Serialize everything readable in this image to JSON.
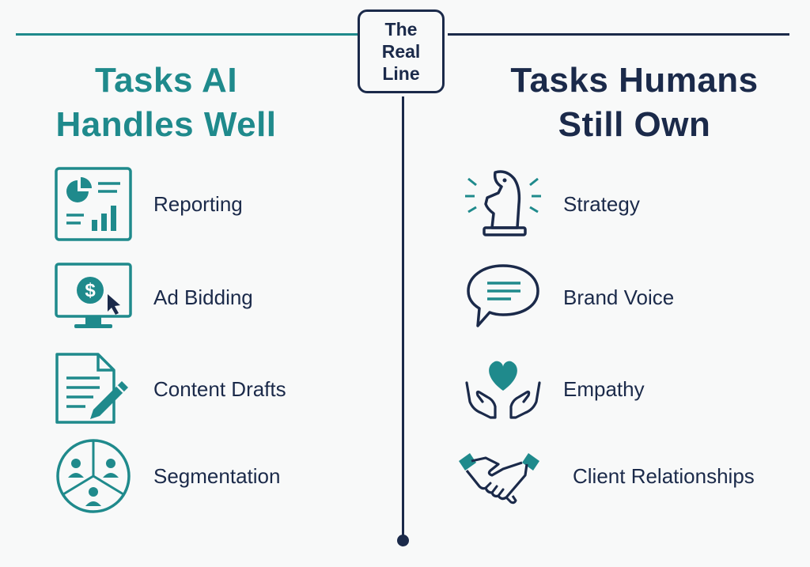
{
  "center": {
    "line1": "The",
    "line2": "Real",
    "line3": "Line"
  },
  "left": {
    "heading_line1": "Tasks AI",
    "heading_line2": "Handles Well",
    "items": [
      {
        "label": "Reporting",
        "icon": "report-chart-icon"
      },
      {
        "label": "Ad Bidding",
        "icon": "monitor-dollar-icon"
      },
      {
        "label": "Content Drafts",
        "icon": "document-pencil-icon"
      },
      {
        "label": "Segmentation",
        "icon": "segmented-users-icon"
      }
    ]
  },
  "right": {
    "heading_line1": "Tasks Humans",
    "heading_line2": "Still Own",
    "items": [
      {
        "label": "Strategy",
        "icon": "chess-knight-icon"
      },
      {
        "label": "Brand Voice",
        "icon": "speech-bubble-icon"
      },
      {
        "label": "Empathy",
        "icon": "hands-heart-icon"
      },
      {
        "label": "Client Relationships",
        "icon": "handshake-icon"
      }
    ]
  },
  "colors": {
    "teal": "#1f8a8c",
    "navy": "#1b2a4a",
    "background": "#f8f9f9"
  }
}
